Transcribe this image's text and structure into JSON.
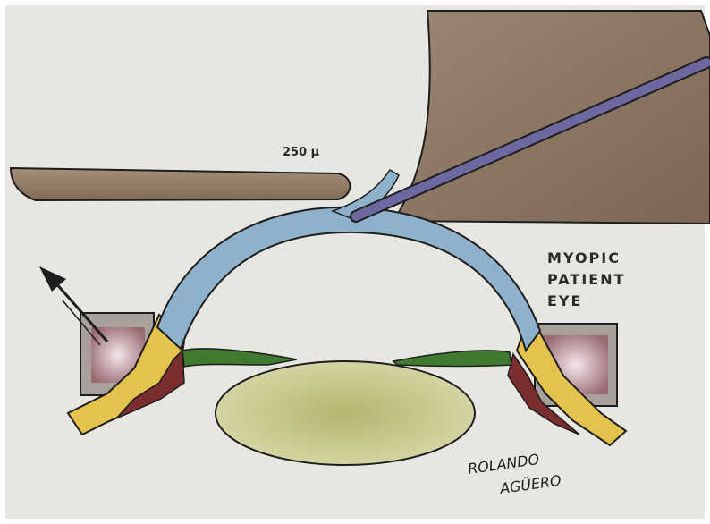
{
  "labels": {
    "thickness": "250 μ",
    "myopic": "MYOPIC",
    "patient": "PATIENT",
    "eye": "EYE",
    "signature_first": "ROLANDO",
    "signature_last": "AGÜERO"
  },
  "colors": {
    "background": "#e8e6e0",
    "paper_border": "#ffffff",
    "blade_tip_brown": "#8f7d66",
    "upper_block_brown": "#8b7564",
    "cornea_blue": "#8fb2cc",
    "sclera_yellow": "#e4c24e",
    "iris_green": "#3f7a30",
    "lens_green": "#c9c98a",
    "ciliary_red": "#7c2e2e",
    "instrument_purple": "#6e68a0",
    "frame_gray": "#a8a09a",
    "frame_inner_pink": "#b89098",
    "outline": "#1d1d1d"
  }
}
